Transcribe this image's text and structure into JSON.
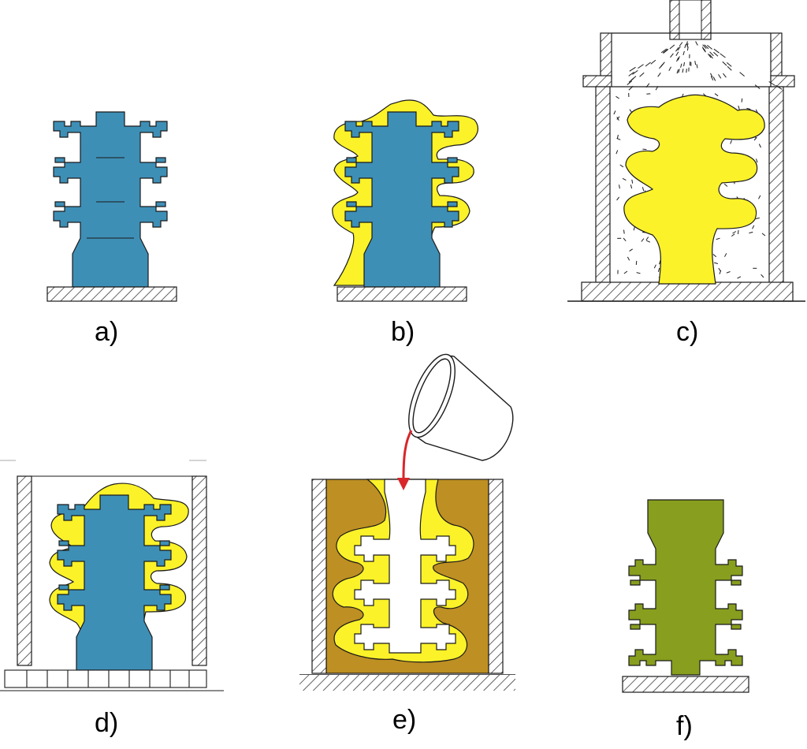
{
  "colors": {
    "wax_pattern": "#3e8fb6",
    "ceramic_slurry": "#fbf229",
    "shell_backing": "#be8f22",
    "casting": "#879e1e",
    "molten_stream": "#d8262b",
    "outline": "#1a1a1a"
  },
  "panels": [
    {
      "label": "a)"
    },
    {
      "label": "b)"
    },
    {
      "label": "c)"
    },
    {
      "label": "d)"
    },
    {
      "label": "e)"
    },
    {
      "label": "f)"
    }
  ]
}
